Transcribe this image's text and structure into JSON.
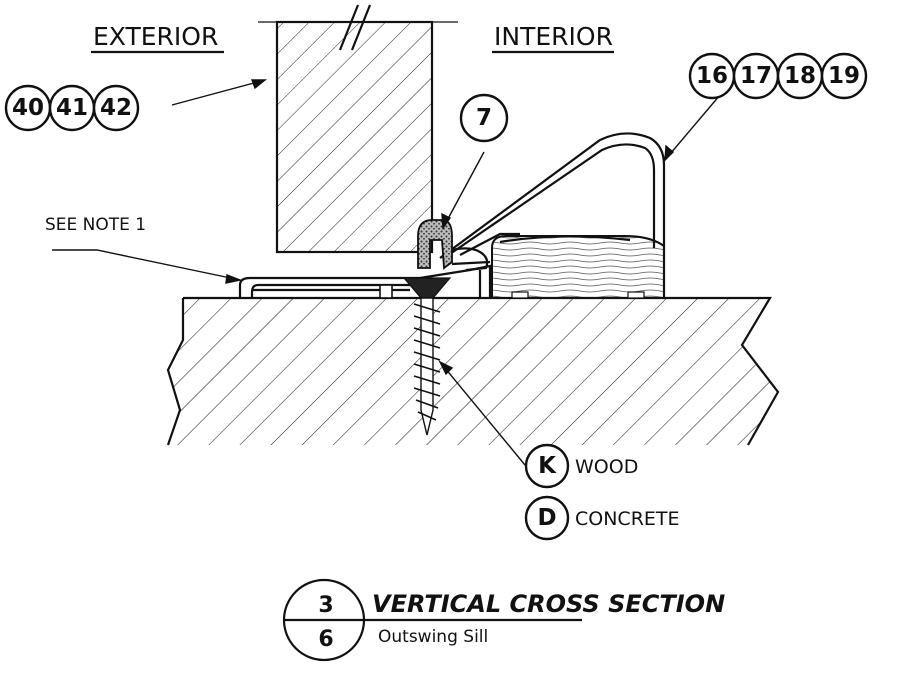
{
  "labels": {
    "exterior": "EXTERIOR",
    "interior": "INTERIOR",
    "see_note": "SEE NOTE 1",
    "wood": "WOOD",
    "concrete": "CONCRETE"
  },
  "callouts": {
    "door": [
      "40",
      "41",
      "42"
    ],
    "sweep": "7",
    "sill": [
      "16",
      "17",
      "18",
      "19"
    ],
    "fastener_wood": "K",
    "fastener_concrete": "D"
  },
  "section_title": {
    "detail_number": "3",
    "sheet_number": "6",
    "title": "VERTICAL CROSS SECTION",
    "subtitle": "Outswing Sill"
  }
}
